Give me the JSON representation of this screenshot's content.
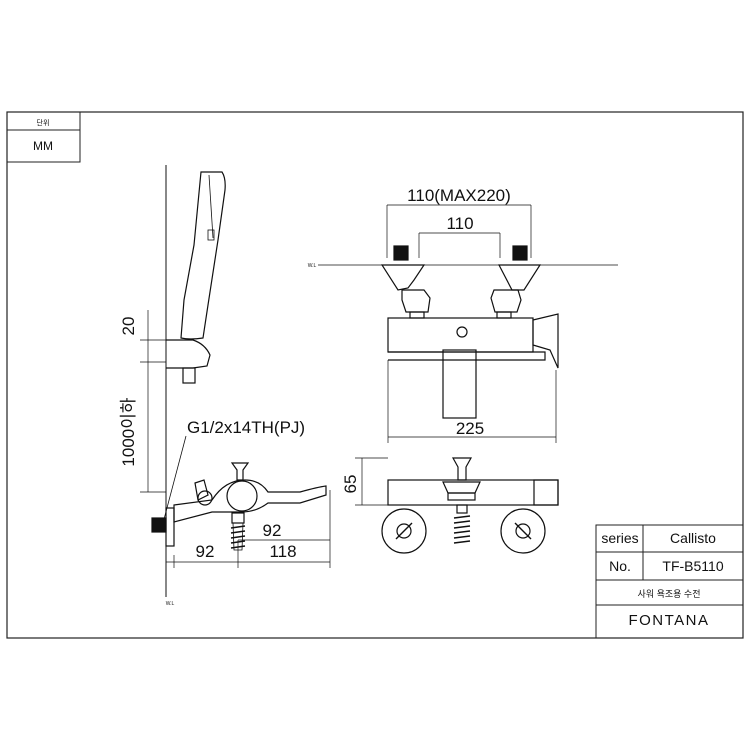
{
  "unit_box": {
    "label": "단위",
    "value": "MM"
  },
  "dimensions": {
    "vertical_20": "20",
    "vertical_1000": "1000이하",
    "thread": "G1/2x14TH(PJ)",
    "side_92_top": "92",
    "side_92_bottom": "92",
    "side_118": "118",
    "top_110_max": "110(MAX220)",
    "top_110": "110",
    "width_225": "225",
    "height_65": "65",
    "wl_top": "W.L",
    "wl_bottom": "W.L"
  },
  "title_block": {
    "series_label": "series",
    "series_value": "Callisto",
    "no_label": "No.",
    "no_value": "TF-B5110",
    "description": "사워 욕조용 수전",
    "brand": "FONTANA"
  }
}
